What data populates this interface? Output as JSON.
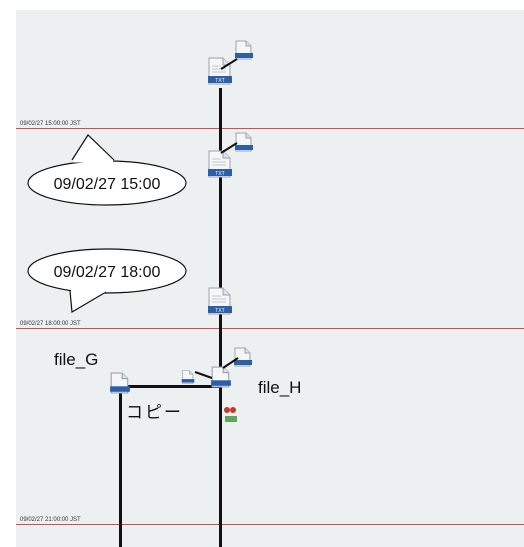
{
  "timeline": {
    "markers": [
      {
        "label": "09/02/27 15:00:00 JST"
      },
      {
        "label": "09/02/27 18:00:00 JST"
      },
      {
        "label": "09/02/27 21:00:00 JST"
      }
    ]
  },
  "callouts": {
    "top": "09/02/27 15:00",
    "bottom": "09/02/27 18:00"
  },
  "labels": {
    "file_g": "file_G",
    "file_h": "file_H",
    "copy": "コピー"
  },
  "icons": {
    "file_type": "TXT"
  },
  "colors": {
    "time_line": "#d94c4c",
    "canvas_bg": "#edf0f1",
    "file_badge": "#2b5fa8"
  }
}
